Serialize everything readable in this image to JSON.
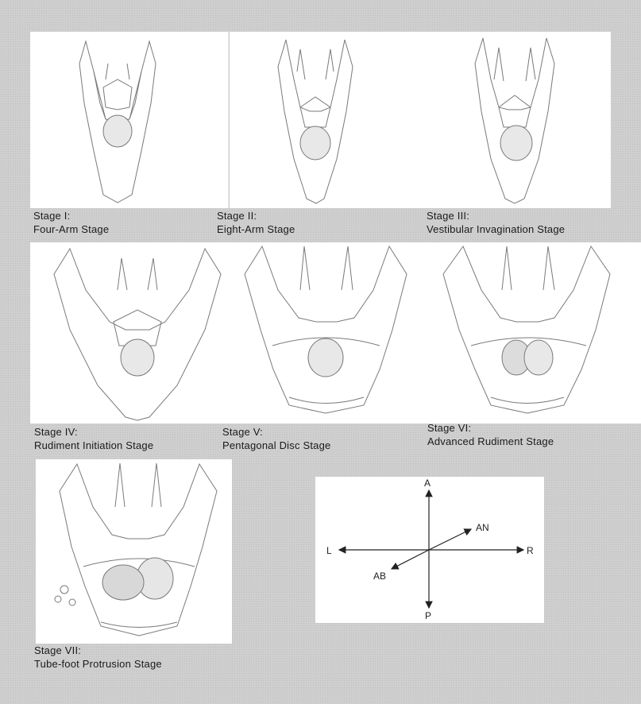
{
  "stages": [
    {
      "id": "stage-1",
      "title": "Stage I:",
      "subtitle": "Four-Arm Stage"
    },
    {
      "id": "stage-2",
      "title": "Stage II:",
      "subtitle": "Eight-Arm Stage"
    },
    {
      "id": "stage-3",
      "title": "Stage III:",
      "subtitle": "Vestibular Invagination Stage"
    },
    {
      "id": "stage-4",
      "title": "Stage IV:",
      "subtitle": "Rudiment Initiation Stage"
    },
    {
      "id": "stage-5",
      "title": "Stage V:",
      "subtitle": "Pentagonal Disc Stage"
    },
    {
      "id": "stage-6",
      "title": "Stage VI:",
      "subtitle": "Advanced Rudiment Stage"
    },
    {
      "id": "stage-7",
      "title": "Stage VII:",
      "subtitle": "Tube-foot Protrusion Stage"
    }
  ],
  "axes": {
    "anterior": "A",
    "posterior": "P",
    "left": "L",
    "right": "R",
    "aboral": "AN",
    "oral": "AB"
  },
  "colors": {
    "background": "#cfcfcf",
    "panel": "#ffffff",
    "line": "#7a7a7a",
    "text": "#1a1a1a"
  }
}
